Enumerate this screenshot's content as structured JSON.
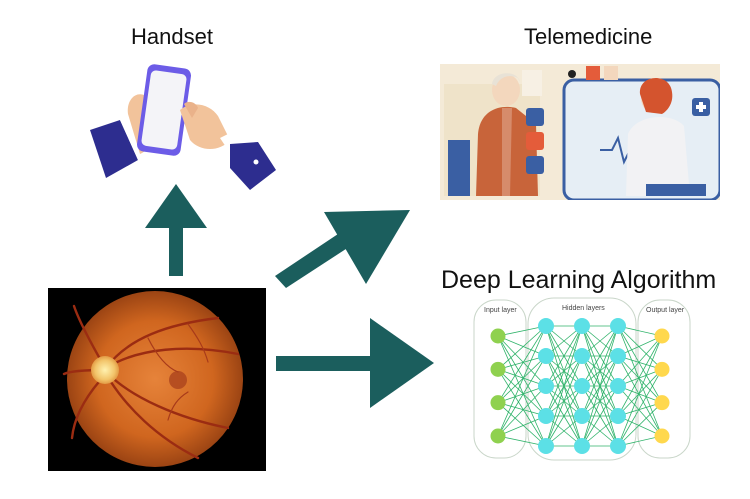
{
  "labels": {
    "handset": "Handset",
    "telemedicine": "Telemedicine",
    "deep_learning": "Deep Learning Algorithm"
  },
  "network": {
    "input_layer": "Input layer",
    "hidden_layers": "Hidden layers",
    "output_layer": "Output layer"
  },
  "colors": {
    "arrow": "#1b5e5d",
    "input_node": "#8fd14f",
    "hidden_node": "#5ce0e6",
    "output_node": "#ffd84d",
    "edge": "#2fb36a"
  },
  "icons": {
    "handset": "hands-holding-phone-icon",
    "telemedicine": "video-consultation-icon",
    "retina": "fundus-photograph"
  }
}
